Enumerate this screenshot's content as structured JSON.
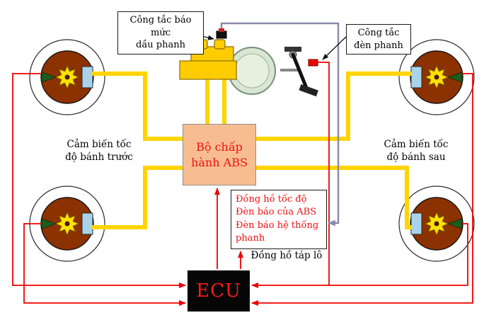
{
  "diagram": {
    "callouts": {
      "fluid_switch": {
        "line1": "Công tắc báo mức",
        "line2": "dầu phanh"
      },
      "brake_light_switch": {
        "line1": "Công tắc",
        "line2": "đèn phanh"
      }
    },
    "sensor_labels": {
      "front": {
        "line1": "Cảm biến tốc",
        "line2": "độ bánh trước"
      },
      "rear": {
        "line1": "Cảm biến tốc",
        "line2": "độ bánh sau"
      }
    },
    "actuator_label": {
      "line1": "Bộ chấp",
      "line2": "hành ABS"
    },
    "dashboard": {
      "items": [
        "Đồng hồ tốc độ",
        "Đèn báo của ABS",
        "Đèn báo hệ thống phanh"
      ],
      "caption": "Đồng hồ táp lô"
    },
    "ecu_label": "ECU",
    "colors": {
      "hydraulic_line": "#FFD400",
      "electric_line": "#EE0000",
      "signal_line": "#8A8AAE",
      "actuator_bg": "#F7BD90",
      "actuator_text": "#EE1111",
      "dashboard_text": "#EE1111",
      "ecu_bg": "#060606",
      "ecu_text": "#FF1A1A",
      "wheel_disc": "#8C3100",
      "gear": "#FFE100",
      "caliper": "#A9D3EA",
      "sensor": "#1E5C1E",
      "master_cylinder": "#FFCC00",
      "booster": "#D9E7D2"
    }
  }
}
